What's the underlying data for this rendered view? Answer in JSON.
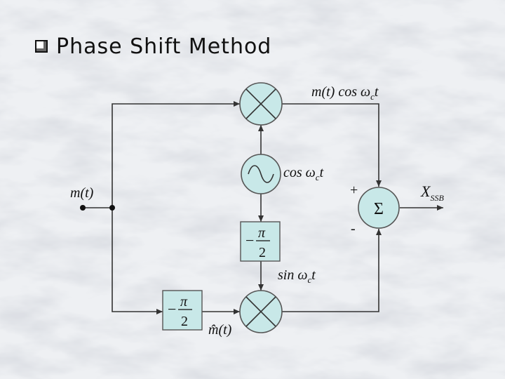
{
  "title": "Phase Shift Method",
  "colors": {
    "wire": "#333333",
    "block_fill": "#c8e8e8",
    "block_stroke": "#555555"
  },
  "icons": {
    "bullet": "square-bullet-icon",
    "mixer": "multiplier-icon",
    "oscillator": "sine-wave-icon",
    "summer": "sigma-icon"
  },
  "labels": {
    "input": "m(t)",
    "mixer_top_out": "m(t) cos ω",
    "mixer_top_sub": "c",
    "mixer_top_t": "t",
    "osc_a": "cos ω",
    "osc_sub": "c",
    "osc_t": "t",
    "sin_a": "sin ω",
    "sin_sub": "c",
    "sin_t": "t",
    "hilbert": "m̂(t)",
    "plus": "+",
    "minus": "-",
    "output": "X",
    "output_sub": "SSB",
    "shift_num": "π",
    "shift_den": "2",
    "shift_sign": "−",
    "sum_symbol": "Σ"
  }
}
